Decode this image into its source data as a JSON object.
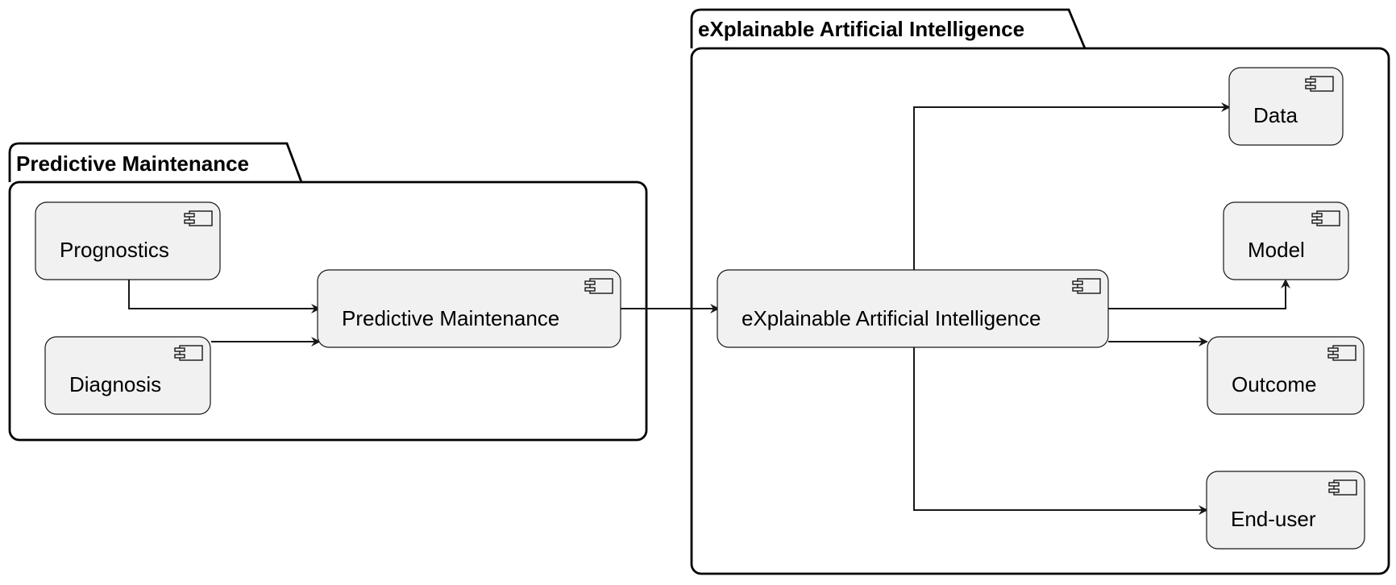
{
  "packages": {
    "pm": {
      "title": "Predictive Maintenance"
    },
    "xai": {
      "title": "eXplainable Artificial Intelligence"
    }
  },
  "components": {
    "prognostics": {
      "label": "Prognostics"
    },
    "diagnosis": {
      "label": "Diagnosis"
    },
    "pm": {
      "label": "Predictive Maintenance"
    },
    "xai": {
      "label": "eXplainable Artificial Intelligence"
    },
    "data": {
      "label": "Data"
    },
    "model": {
      "label": "Model"
    },
    "outcome": {
      "label": "Outcome"
    },
    "enduser": {
      "label": "End-user"
    }
  },
  "relations": [
    {
      "from": "Prognostics",
      "to": "Predictive Maintenance"
    },
    {
      "from": "Diagnosis",
      "to": "Predictive Maintenance"
    },
    {
      "from": "Predictive Maintenance",
      "to": "eXplainable Artificial Intelligence"
    },
    {
      "from": "eXplainable Artificial Intelligence",
      "to": "Data"
    },
    {
      "from": "eXplainable Artificial Intelligence",
      "to": "Model"
    },
    {
      "from": "eXplainable Artificial Intelligence",
      "to": "Outcome"
    },
    {
      "from": "eXplainable Artificial Intelligence",
      "to": "End-user"
    }
  ],
  "colors": {
    "component_fill": "#f1f1f1",
    "component_border": "#181818",
    "package_border": "#000000",
    "arrow": "#181818"
  }
}
